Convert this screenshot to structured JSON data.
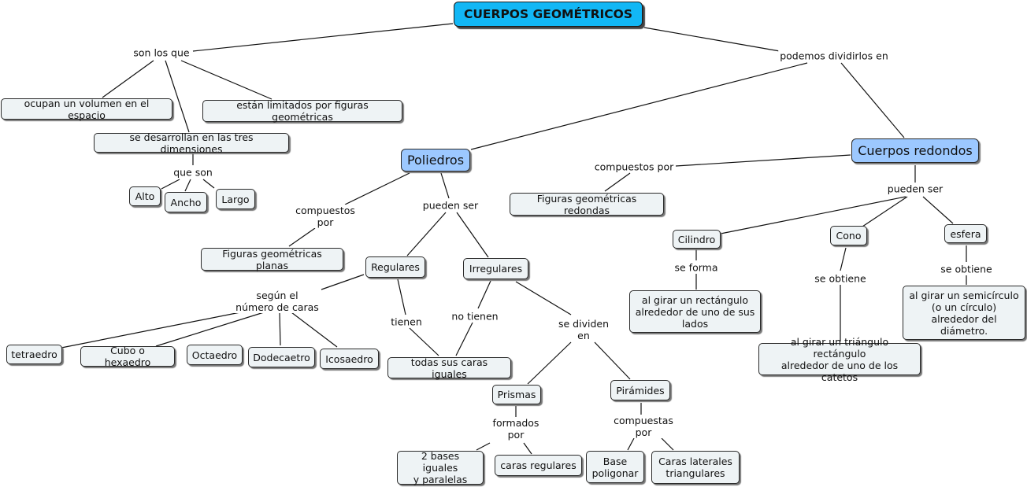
{
  "concepts": {
    "title": "CUERPOS GEOMÉTRICOS",
    "volumen": "ocupan un volumen en el espacio",
    "limitados": "están limitados por figuras geométricas",
    "dimensiones": "se desarrollan en las tres dimensiones",
    "alto": "Alto",
    "ancho": "Ancho",
    "largo": "Largo",
    "poliedros": "Poliedros",
    "redondos": "Cuerpos redondos",
    "fig_redondas": "Figuras geométricas redondas",
    "fig_planas": "Figuras geométricas planas",
    "regulares": "Regulares",
    "irregulares": "Irregulares",
    "cilindro": "Cilindro",
    "cono": "Cono",
    "esfera": "esfera",
    "rectangulo": "al girar un rectángulo\nalrededor de uno de sus\nlados",
    "semicirculo": "al girar un semicírculo\n(o un círculo)\nalrededor del\ndiámetro.",
    "triangulo": "al girar un triángulo rectángulo\nalrededor de uno de los catetos",
    "tetraedro": "tetraedro",
    "cubo": "Cubo o hexaedro",
    "octaedro": "Octaedro",
    "dodecaedro": "Dodecaetro",
    "icosaedro": "Icosaedro",
    "caras_iguales": "todas sus caras iguales",
    "prismas": "Prismas",
    "piramides": "Pirámides",
    "bases": "2 bases iguales\ny paralelas",
    "caras_regulares": "caras regulares",
    "base_poligonar": "Base\npoligonar",
    "caras_laterales": "Caras laterales\ntriangulares"
  },
  "phrases": {
    "son_los_que": "son los que",
    "podemos": "podemos dividirlos en",
    "que_son": "que son",
    "compuestos_por_1": "compuestos por",
    "compuestos_por_2": "compuestos\npor",
    "pueden_ser_1": "pueden ser",
    "pueden_ser_2": "pueden ser",
    "se_forma": "se forma",
    "se_obtiene_1": "se obtiene",
    "se_obtiene_2": "se obtiene",
    "segun": "según el\nnúmero de caras",
    "tienen": "tienen",
    "no_tienen": "no tienen",
    "se_dividen": "se dividen\nen",
    "formados_por": "formados\npor",
    "compuestas_por": "compuestas\npor"
  },
  "colors": {
    "title_fill": "#12b7f5",
    "category_fill": "#9cc8ff",
    "concept_fill": "#eef3f5"
  }
}
